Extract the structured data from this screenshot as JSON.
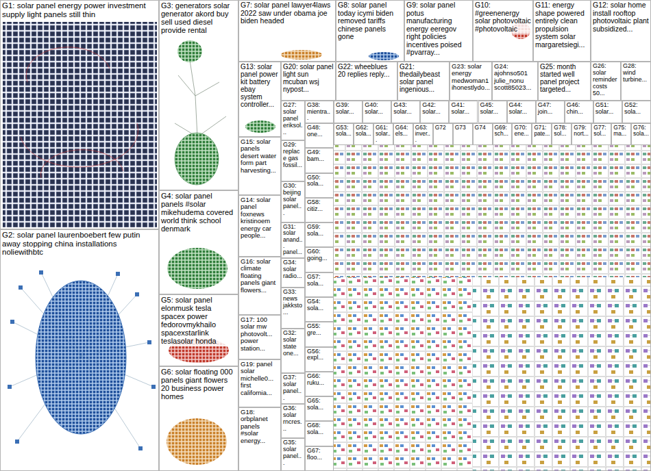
{
  "diagram": {
    "nodes": [
      {
        "text": [
          "G1: solar panel energy power investment supply light panels still thin"
        ]
      },
      {
        "text": [
          "G2: solar panel laurenboebert few putin away stopping china installations noliewithbtc"
        ]
      },
      {
        "text": [
          "G3: generators solar generator akord buy sell used diesel provide rental"
        ]
      },
      {
        "text": [
          "G4: solar panel panels #solar mikehudema covered world think school denmark"
        ]
      },
      {
        "text": [
          "G5: solar panel elonmusk tesla spacex power fedorovmykhailo spacexstarlink teslasolar honda"
        ]
      },
      {
        "text": [
          "G6: solar floating 000 panels giant flowers 20 business power homes"
        ]
      },
      {
        "text": [
          "G7: solar panel lawyer4laws 2022 saw under obama joe biden headed"
        ]
      },
      {
        "text": [
          "G8: solar panel today icymi biden removed tariffs chinese panels gone"
        ]
      },
      {
        "text": [
          "G9: solar panel potus manufacturing energy eeregov right policies incentives poised #pvarray..."
        ]
      },
      {
        "text": [
          "G10: #greenenergy solar photovoltaic #photovoltaic"
        ]
      },
      {
        "text": [
          "G11: energy shape powered entirely clean propulsion system solar margaretsiegi..."
        ]
      },
      {
        "text": [
          "G12: solar home install rooftop photovoltaic plant subsidized..."
        ]
      },
      {
        "text": [
          "G13: solar panel power kit battery ebay system controller..."
        ]
      },
      {
        "text": [
          "G20: solar panel light sun mcuban wsj nypost..."
        ]
      },
      {
        "text": [
          "G22: wheeblues 20 replies reply..."
        ]
      },
      {
        "text": [
          "G21: thedailybeast solar panel ingenious..."
        ]
      },
      {
        "text": [
          "G23: solar energy medwoman1 ihonestlydo..."
        ]
      },
      {
        "text": [
          "G24: ajohnso501 julie_nonu scott85023..."
        ]
      },
      {
        "text": [
          "G25: month started well panel project targeted..."
        ]
      },
      {
        "text": [
          "G26: solar reminder costs 50..."
        ]
      },
      {
        "text": [
          "G28: wind turbine..."
        ]
      },
      {
        "text": [
          "G15: solar panels desert water form part harvesting..."
        ]
      },
      {
        "text": [
          "G14: solar panel foxnews kristinoem energy car people..."
        ]
      },
      {
        "text": [
          "G16: solar climate floating panels giant flowers..."
        ]
      },
      {
        "text": [
          "G17: 100 solar mw photovolt... power station..."
        ]
      },
      {
        "text": [
          "G19: panel solar michelle0... first california..."
        ]
      },
      {
        "text": [
          "G18: orbplanet panels #solar energy..."
        ]
      },
      {
        "text": [
          "G27: solar panel eriksol..."
        ]
      },
      {
        "text": [
          "G29: replace gas fossil..."
        ]
      },
      {
        "text": [
          "G30: beijing solar panel..."
        ]
      },
      {
        "text": [
          "G31: solar anand... panel..."
        ]
      },
      {
        "text": [
          "G34: solar radio..."
        ]
      },
      {
        "text": [
          "G33: news jakksto..."
        ]
      },
      {
        "text": [
          "G32: solar state one..."
        ]
      },
      {
        "text": [
          "G37: solar panel..."
        ]
      },
      {
        "text": [
          "G36: solar rncres..."
        ]
      },
      {
        "text": [
          "G35: solar panel..."
        ]
      },
      {
        "text": [
          "G38: mientra..."
        ]
      },
      {
        "text": [
          "G39: solar..."
        ]
      },
      {
        "text": [
          "G40: solar..."
        ]
      },
      {
        "text": [
          "G43: solar..."
        ]
      },
      {
        "text": [
          "G42: solar..."
        ]
      },
      {
        "text": [
          "G41: solar..."
        ]
      },
      {
        "text": [
          "G45: solar..."
        ]
      },
      {
        "text": [
          "G44: solar..."
        ]
      },
      {
        "text": [
          "G47: join..."
        ]
      },
      {
        "text": [
          "G46: chin..."
        ]
      },
      {
        "text": [
          "G51: solar..."
        ]
      },
      {
        "text": [
          "G52: sola..."
        ]
      },
      {
        "text": [
          "G53: sola..."
        ]
      },
      {
        "text": [
          "G62: sola..."
        ]
      },
      {
        "text": [
          "G61: solar..."
        ]
      },
      {
        "text": [
          "G64: els..."
        ]
      },
      {
        "text": [
          "G63: inver..."
        ]
      },
      {
        "text": [
          "G72"
        ]
      },
      {
        "text": [
          "G73"
        ]
      },
      {
        "text": [
          "G74"
        ]
      },
      {
        "text": [
          "G69: sch..."
        ]
      },
      {
        "text": [
          "G70: ene..."
        ]
      },
      {
        "text": [
          "G71: pate..."
        ]
      },
      {
        "text": [
          "G78: sol..."
        ]
      },
      {
        "text": [
          "G79: nort..."
        ]
      },
      {
        "text": [
          "G77: sol..."
        ]
      },
      {
        "text": [
          "G75: ma..."
        ]
      },
      {
        "text": [
          "G76: sola..."
        ]
      },
      {
        "text": [
          "G48: one..."
        ]
      },
      {
        "text": [
          "G49: bam..."
        ]
      },
      {
        "text": [
          "G50: sola..."
        ]
      },
      {
        "text": [
          "G58: citiz..."
        ]
      },
      {
        "text": [
          "G59: sola..."
        ]
      },
      {
        "text": [
          "G60: going..."
        ]
      },
      {
        "text": [
          "G57: sola..."
        ]
      },
      {
        "text": [
          "G54: sola..."
        ]
      },
      {
        "text": [
          "G55: gre..."
        ]
      },
      {
        "text": [
          "G56: expl..."
        ]
      },
      {
        "text": [
          "G66: ruku..."
        ]
      },
      {
        "text": [
          "G65: sola..."
        ]
      },
      {
        "text": [
          "G68: sola..."
        ]
      },
      {
        "text": [
          "G67: floo..."
        ]
      }
    ]
  }
}
